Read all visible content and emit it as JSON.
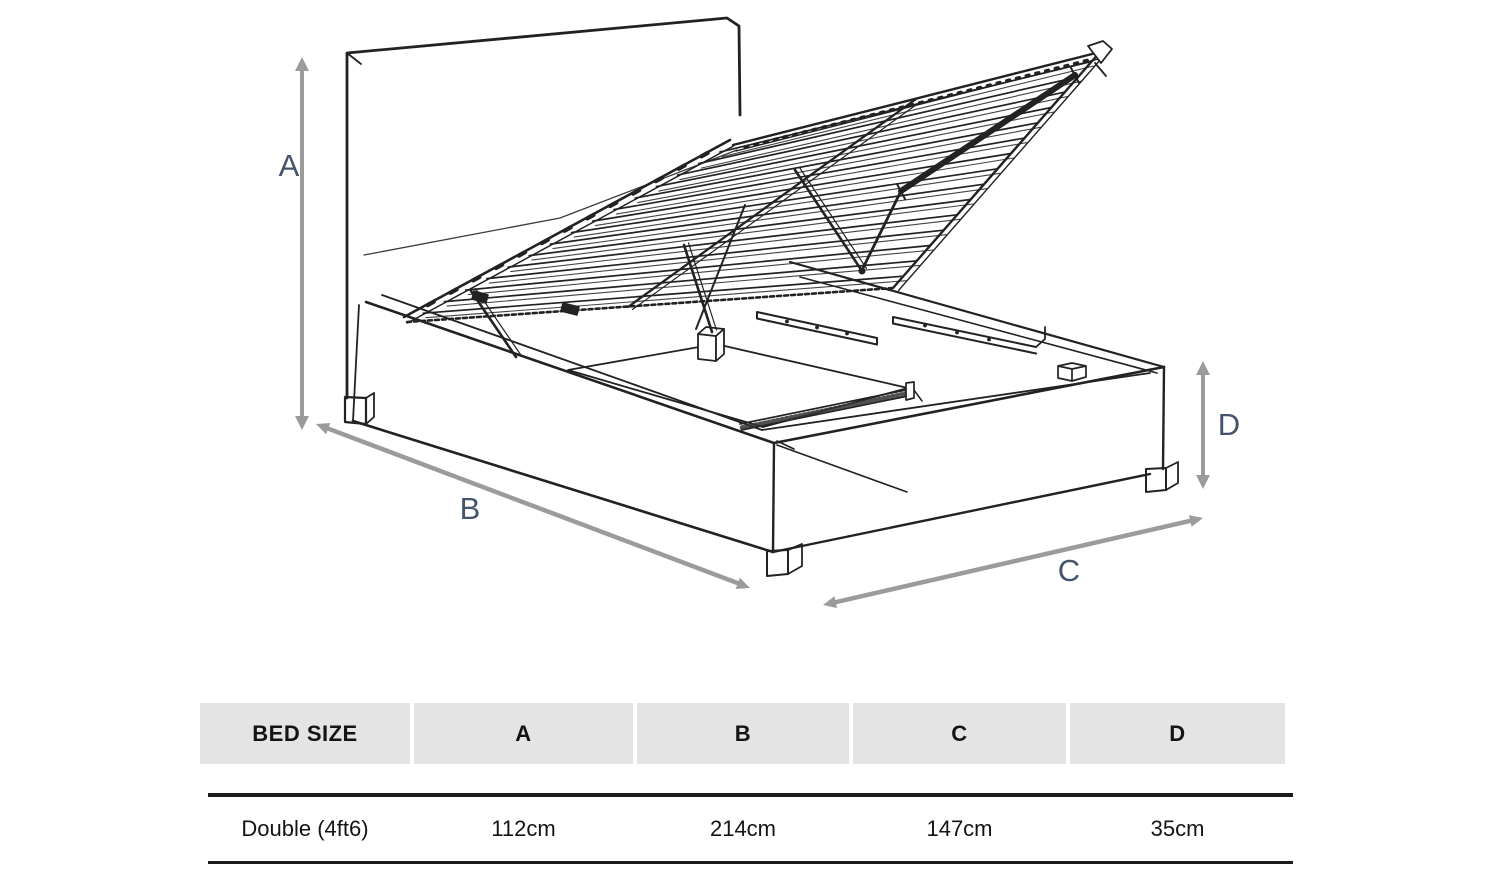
{
  "diagram": {
    "description": "ottoman-storage-bed-lift-up-frame-line-drawing",
    "dimension_labels": {
      "a": "A",
      "b": "B",
      "c": "C",
      "d": "D"
    },
    "colors": {
      "line": "#222222",
      "arrow": "#9b9b9b",
      "label": "#44546A",
      "table_header_bg": "#e4e4e4"
    }
  },
  "table": {
    "headers": [
      "BED SIZE",
      "A",
      "B",
      "C",
      "D"
    ],
    "rows": [
      {
        "bed_size": "Double (4ft6)",
        "a": "112cm",
        "b": "214cm",
        "c": "147cm",
        "d": "35cm"
      }
    ]
  }
}
